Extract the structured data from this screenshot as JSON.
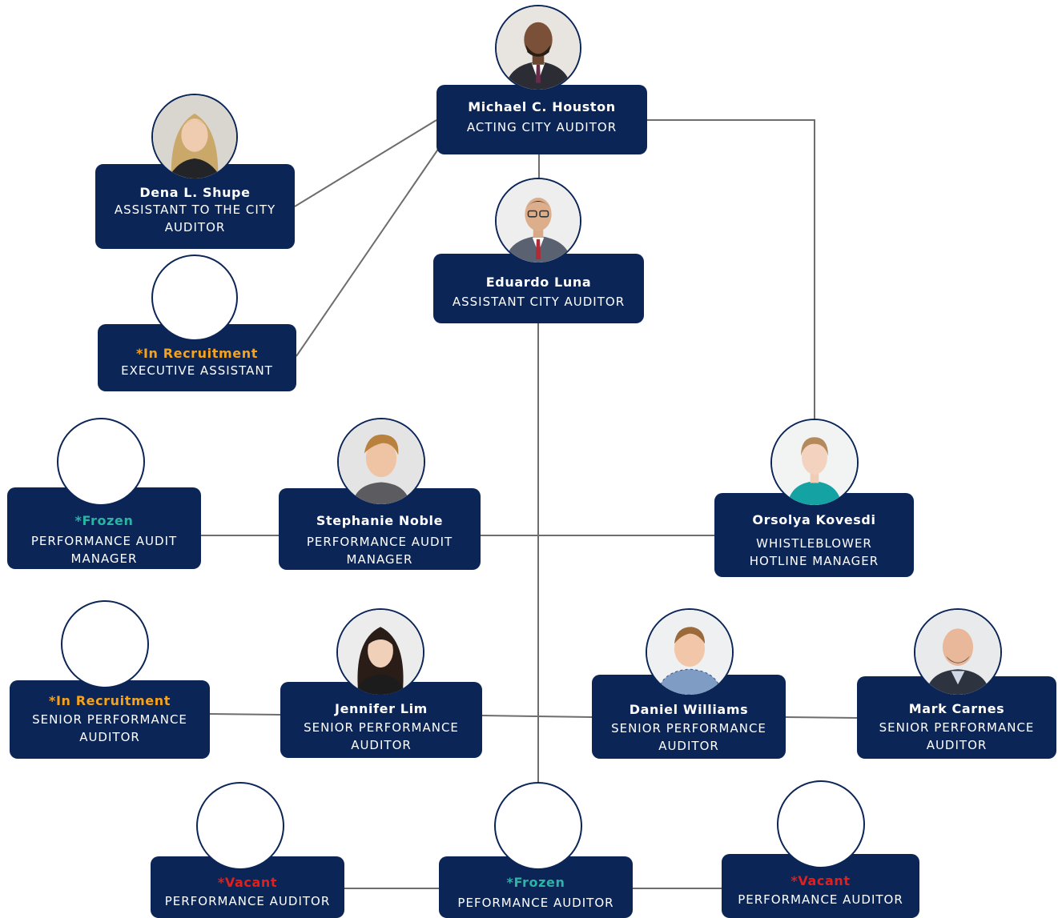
{
  "people": {
    "houston": {
      "name": "Michael C. Houston",
      "title": "ACTING CITY AUDITOR"
    },
    "shupe": {
      "name": "Dena L. Shupe",
      "title": "ASSISTANT TO THE CITY AUDITOR"
    },
    "exec_assistant": {
      "status": "*In Recruitment",
      "title": "EXECUTIVE ASSISTANT"
    },
    "luna": {
      "name": "Eduardo Luna",
      "title": "ASSISTANT CITY AUDITOR"
    },
    "frozen_pam": {
      "status": "*Frozen",
      "title": "PERFORMANCE AUDIT MANAGER"
    },
    "noble": {
      "name": "Stephanie Noble",
      "title": "PERFORMANCE AUDIT MANAGER"
    },
    "kovesdi": {
      "name": "Orsolya Kovesdi",
      "title": "WHISTLEBLOWER HOTLINE MANAGER"
    },
    "recruit_spa": {
      "status": "*In Recruitment",
      "title": "SENIOR PERFORMANCE AUDITOR"
    },
    "lim": {
      "name": "Jennifer Lim",
      "title": "SENIOR PERFORMANCE AUDITOR"
    },
    "williams": {
      "name": "Daniel Williams",
      "title": "SENIOR PERFORMANCE AUDITOR"
    },
    "carnes": {
      "name": "Mark Carnes",
      "title": "SENIOR PERFORMANCE AUDITOR"
    },
    "vacant_pa1": {
      "status": "*Vacant",
      "title": "PERFORMANCE AUDITOR"
    },
    "frozen_pa": {
      "status": "*Frozen",
      "title": "PEFORMANCE AUDITOR"
    },
    "vacant_pa2": {
      "status": "*Vacant",
      "title": "PERFORMANCE AUDITOR"
    }
  },
  "colors": {
    "box": "#0b2557",
    "in_recruitment": "#f6a21a",
    "frozen": "#2bb3a4",
    "vacant": "#e0201c",
    "connector": "#6d6d6d"
  }
}
